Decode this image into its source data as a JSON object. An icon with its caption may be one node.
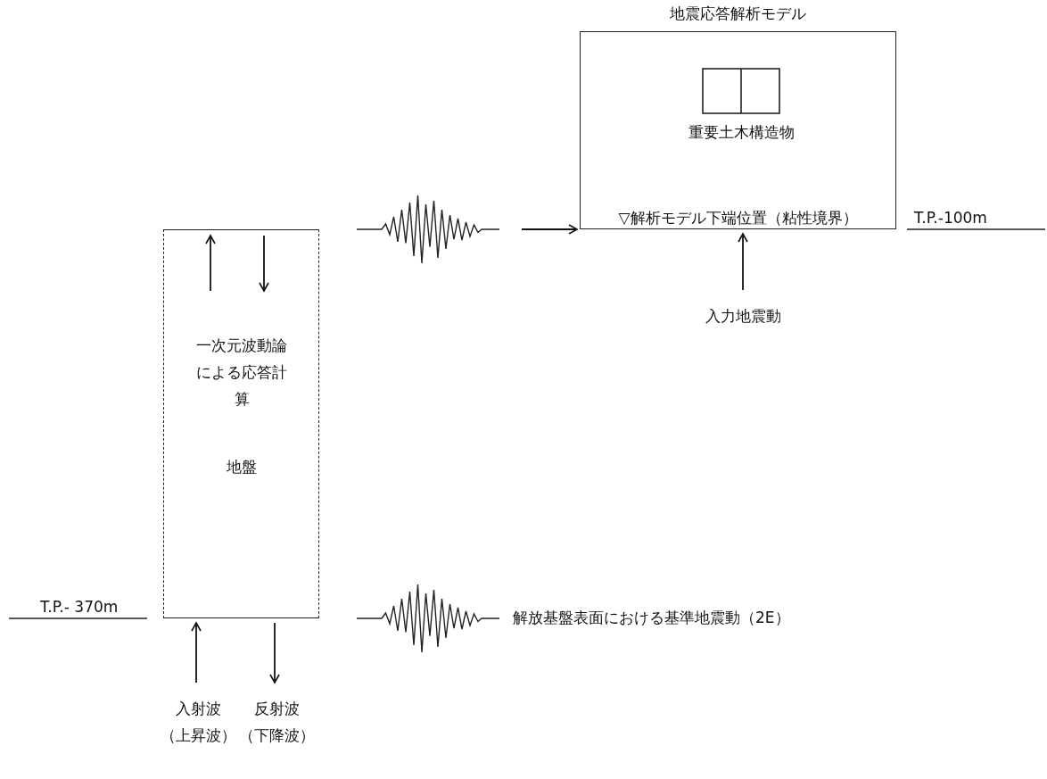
{
  "diagram": {
    "nodes": [
      {
        "text": [
          "地震応答解析モデル",
          "▽解析モデル下端位置（粘性境界）"
        ]
      },
      {
        "text": [
          "重要土木構造物"
        ],
        "in": 0
      },
      {
        "text": [
          "一次元波動論による応答計算",
          "地盤"
        ]
      },
      {
        "text": [
          "入力地震動"
        ]
      },
      {
        "text": [
          "入射波（上昇波）"
        ]
      },
      {
        "text": [
          "反射波（下降波）"
        ]
      }
    ],
    "edges": [
      {
        "from": null,
        "to": 0,
        "arrow": "to"
      },
      {
        "from": 3,
        "to": 0,
        "arrow": "to"
      },
      {
        "from": 4,
        "to": 2,
        "arrow": "to"
      },
      {
        "from": 2,
        "to": 5,
        "arrow": "to"
      }
    ],
    "labels": [
      "T.P.-100m",
      "T.P.- 370m",
      "解放基盤表面における基準地震動（2E）"
    ]
  }
}
